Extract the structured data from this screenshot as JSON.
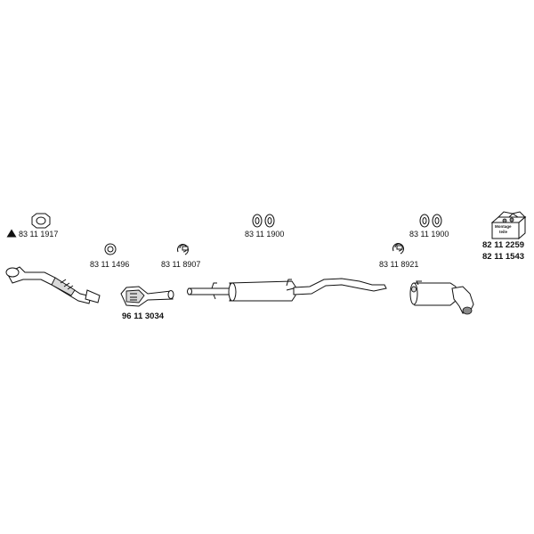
{
  "parts": {
    "gasket_top_left": "83 11 1917",
    "ring_gasket": "83 11 1496",
    "clamp_left": "83 11 8907",
    "catalyst": "96 11 3034",
    "hangers_center": "83 11 1900",
    "clamp_right": "83 11 8921",
    "hangers_right": "83 11 1900",
    "kit_a": "82 11 2259",
    "kit_b": "82 11 1543"
  },
  "kit_box_text": [
    "Montage",
    "teile"
  ],
  "colors": {
    "line": "#111111",
    "fill": "#ffffff",
    "shade": "#d9d9d9"
  }
}
